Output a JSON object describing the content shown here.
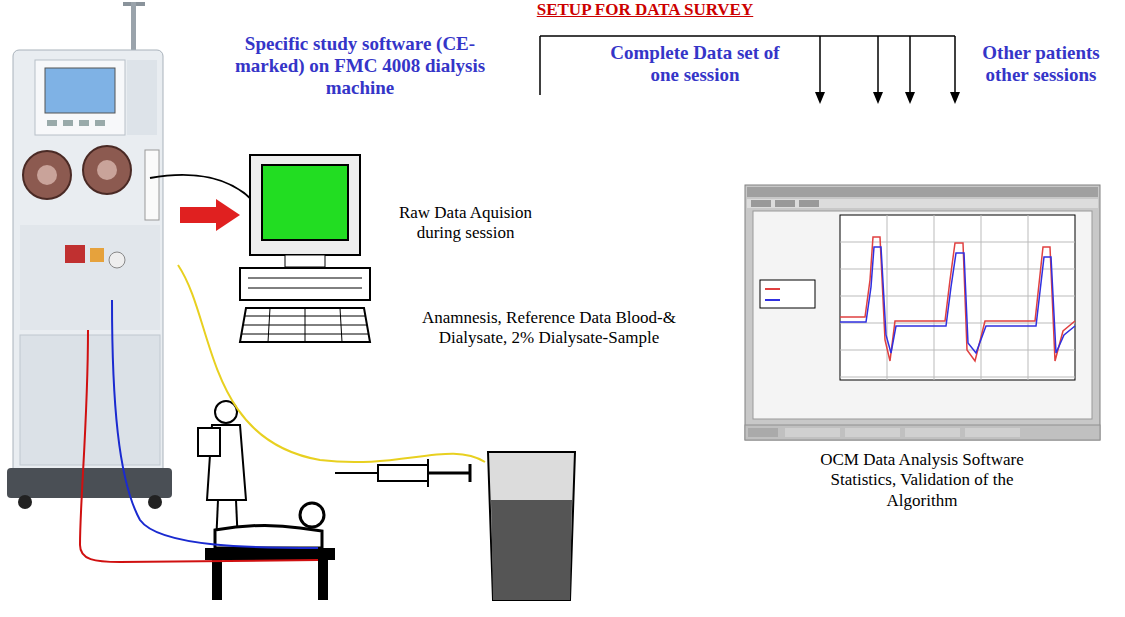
{
  "diagram": {
    "title": "SETUP FOR DATA SURVEY",
    "nodes": [
      {
        "text": [
          "Specific study software (CE-marked) on FMC 4008 dialysis machine"
        ]
      },
      {
        "text": [
          "Raw Data Aquision during session"
        ]
      },
      {
        "text": [
          "OCM Data Analysis Software Statistics, Validation of the Algorithm"
        ]
      }
    ],
    "edges": [
      {
        "from": 0,
        "to": 1,
        "arrow": "to"
      }
    ],
    "labels": [
      "Complete Data set of one session",
      "Other patients other sessions",
      "Anamnesis, Reference Data Blood-& Dialysate, 2% Dialysate-Sample"
    ]
  }
}
